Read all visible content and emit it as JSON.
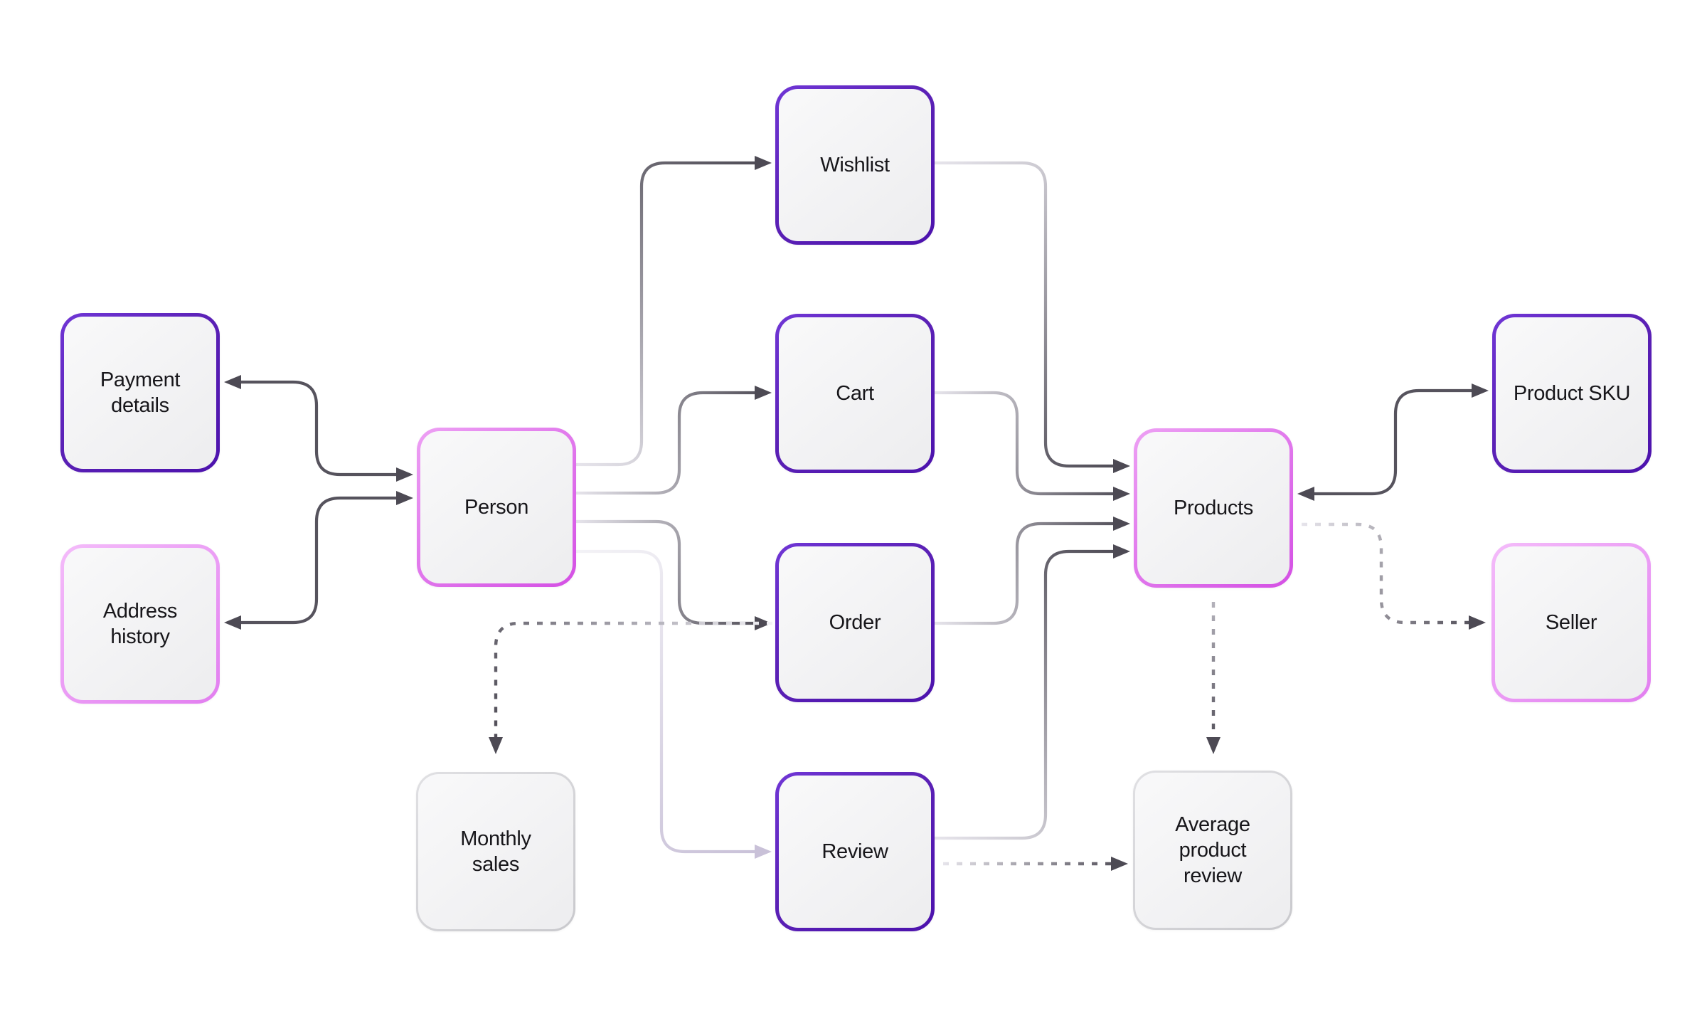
{
  "diagram_type": "entity-relationship-flow",
  "colors": {
    "background": "#ffffff",
    "node_text": "#17161a",
    "edge_solid": "#56535d",
    "edge_dark": "#4d4a54",
    "edge_light": "#e6e4eb",
    "edge_faint": "#f3f2f6",
    "edge_mid_gray": "#b4b2bb",
    "edge_lavender": "#c9c1d8",
    "purple_border_start": "#7036d6",
    "purple_border_end": "#4c12ad",
    "pink_border_start": "#eda0f4",
    "pink_border_end": "#d44fe4",
    "light_pink_border_start": "#f4bcfa",
    "light_pink_border_end": "#e27ef0",
    "gray_border_start": "#e0e0e3",
    "gray_border_end": "#c9c9cd",
    "fill_start": "#f9f9fa",
    "fill_end": "#ededef"
  },
  "nodes": {
    "payment_details": {
      "label": "Payment\ndetails",
      "style": "purple"
    },
    "address_history": {
      "label": "Address\nhistory",
      "style": "light-pink"
    },
    "person": {
      "label": "Person",
      "style": "pink"
    },
    "monthly_sales": {
      "label": "Monthly\nsales",
      "style": "gray"
    },
    "wishlist": {
      "label": "Wishlist",
      "style": "purple"
    },
    "cart": {
      "label": "Cart",
      "style": "purple"
    },
    "order": {
      "label": "Order",
      "style": "purple"
    },
    "review": {
      "label": "Review",
      "style": "purple"
    },
    "products": {
      "label": "Products",
      "style": "pink"
    },
    "average_product_review": {
      "label": "Average\nproduct\nreview",
      "style": "gray"
    },
    "product_sku": {
      "label": "Product SKU",
      "style": "purple"
    },
    "seller": {
      "label": "Seller",
      "style": "light-pink"
    }
  },
  "edges": [
    {
      "from": "person",
      "to": "payment_details",
      "line": "solid",
      "arrows": "both"
    },
    {
      "from": "person",
      "to": "address_history",
      "line": "solid",
      "arrows": "both"
    },
    {
      "from": "person",
      "to": "wishlist",
      "line": "solid",
      "arrows": "end"
    },
    {
      "from": "person",
      "to": "cart",
      "line": "solid",
      "arrows": "end"
    },
    {
      "from": "person",
      "to": "order",
      "line": "solid",
      "arrows": "end"
    },
    {
      "from": "person",
      "to": "review",
      "line": "solid",
      "arrows": "end"
    },
    {
      "from": "wishlist",
      "to": "products",
      "line": "solid",
      "arrows": "end"
    },
    {
      "from": "cart",
      "to": "products",
      "line": "solid",
      "arrows": "end"
    },
    {
      "from": "order",
      "to": "products",
      "line": "solid",
      "arrows": "end"
    },
    {
      "from": "review",
      "to": "products",
      "line": "solid",
      "arrows": "end"
    },
    {
      "from": "products",
      "to": "product_sku",
      "line": "solid",
      "arrows": "both"
    },
    {
      "from": "order",
      "to": "monthly_sales",
      "line": "dashed",
      "arrows": "end"
    },
    {
      "from": "review",
      "to": "average_product_review",
      "line": "dashed",
      "arrows": "end"
    },
    {
      "from": "products",
      "to": "average_product_review",
      "line": "dashed",
      "arrows": "end"
    },
    {
      "from": "products",
      "to": "seller",
      "line": "dashed",
      "arrows": "end"
    }
  ]
}
